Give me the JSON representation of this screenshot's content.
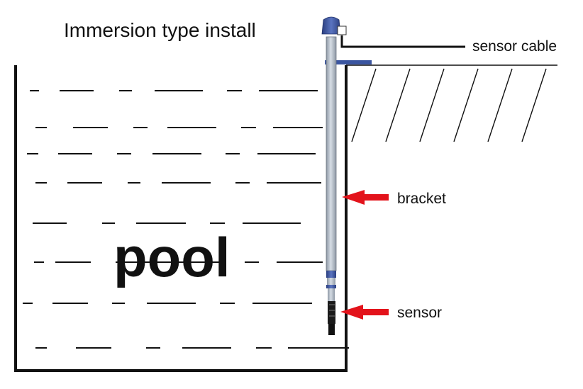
{
  "title": "Immersion type install",
  "labels": {
    "cable": "sensor cable",
    "bracket": "bracket",
    "sensor": "sensor",
    "pool": "pool"
  },
  "colors": {
    "arrow": "#e3131b",
    "pipe_blue": "#3a55a0",
    "pipe_gray": "#a9b3bf",
    "line": "#111111"
  }
}
